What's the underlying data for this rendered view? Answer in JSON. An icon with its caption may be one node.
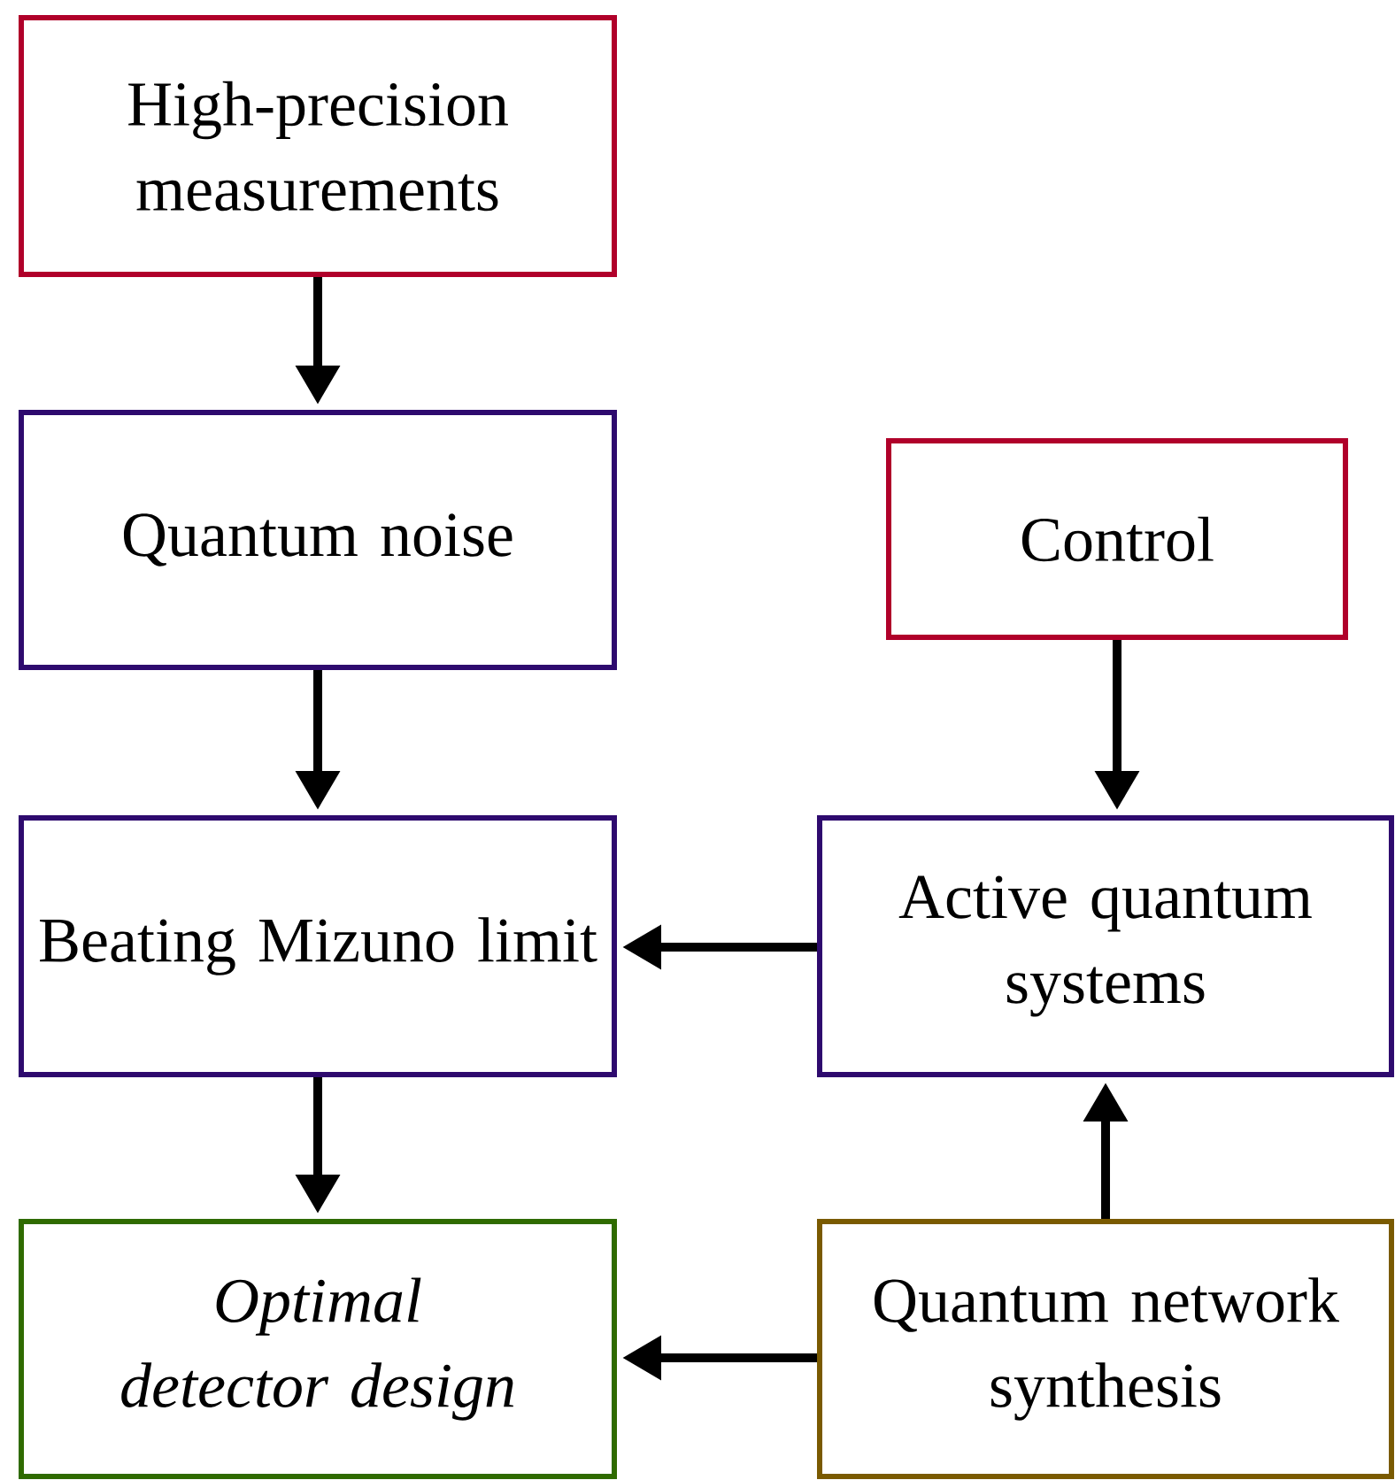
{
  "diagram": {
    "nodes": [
      {
        "text": [
          "High-precision measurements"
        ]
      },
      {
        "text": [
          "Quantum noise"
        ]
      },
      {
        "text": [
          "Control"
        ]
      },
      {
        "text": [
          "Beating Mizuno limit"
        ]
      },
      {
        "text": [
          "Active quantum systems"
        ]
      },
      {
        "text": [
          "Optimal detector design"
        ]
      },
      {
        "text": [
          "Quantum network synthesis"
        ]
      }
    ],
    "edges": [
      {
        "from": 0,
        "to": 1,
        "arrow": "to"
      },
      {
        "from": 1,
        "to": 3,
        "arrow": "to"
      },
      {
        "from": 2,
        "to": 4,
        "arrow": "to"
      },
      {
        "from": 4,
        "to": 3,
        "arrow": "to"
      },
      {
        "from": 3,
        "to": 5,
        "arrow": "to"
      },
      {
        "from": 6,
        "to": 4,
        "arrow": "to"
      },
      {
        "from": 6,
        "to": 5,
        "arrow": "to"
      }
    ]
  }
}
